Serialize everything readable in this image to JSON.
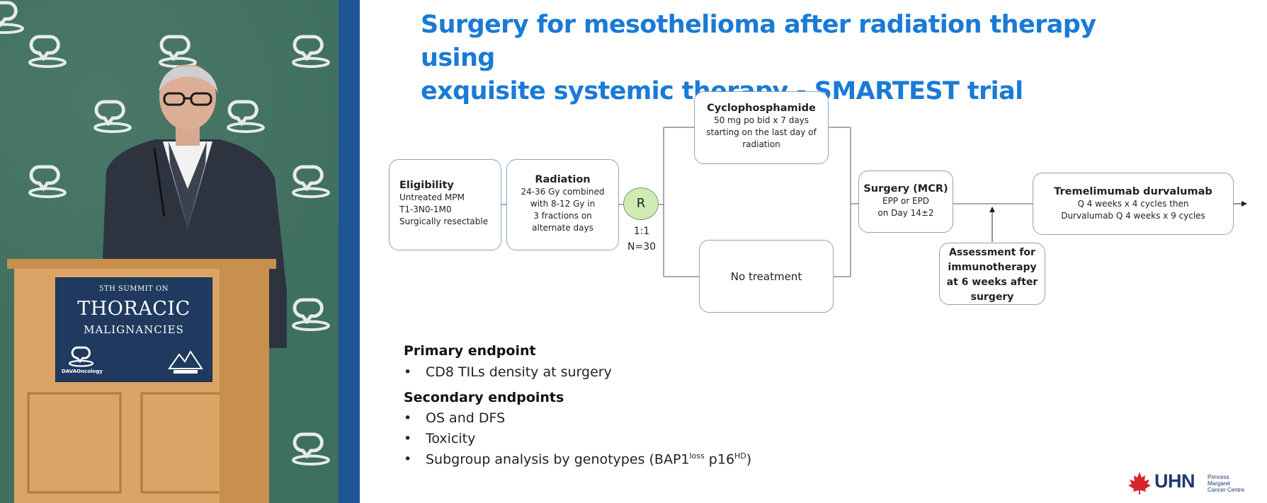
{
  "slide": {
    "title_line1": "Surgery for mesothelioma after radiation therapy using",
    "title_line2": "exquisite systemic therapy - SMARTEST trial",
    "eligibility": {
      "title": "Eligibility",
      "lines": [
        "Untreated MPM",
        "T1-3N0-1M0",
        "Surgically resectable"
      ]
    },
    "radiation": {
      "title": "Radiation",
      "lines": [
        "24-36 Gy combined",
        "with 8-12 Gy in",
        "3 fractions on",
        "alternate days"
      ]
    },
    "randomization": {
      "label": "R",
      "ratio": "1:1",
      "n": "N=30"
    },
    "cyclophosphamide": {
      "title": "Cyclophosphamide",
      "lines": [
        "50 mg po bid x 7 days",
        "starting on the last day of",
        "radiation"
      ]
    },
    "no_treatment": {
      "title": "No treatment"
    },
    "surgery": {
      "title": "Surgery (MCR)",
      "lines": [
        "EPP or EPD",
        "on Day 14±2"
      ]
    },
    "assessment": {
      "lines": [
        "Assessment for",
        "immunotherapy",
        "at 6 weeks after",
        "surgery"
      ]
    },
    "tremelimumab": {
      "title": "Tremelimumab durvalumab",
      "lines": [
        "Q 4 weeks x 4 cycles then",
        "Durvalumab Q 4 weeks x 9 cycles"
      ]
    },
    "primary_endpoint": {
      "heading": "Primary endpoint",
      "items": [
        "CD8 TILs density at surgery"
      ]
    },
    "secondary_endpoints": {
      "heading": "Secondary endpoints",
      "items": [
        "OS and DFS",
        "Toxicity"
      ],
      "subgroup": {
        "prefix": "Subgroup analysis by genotypes (BAP1",
        "sup1": "loss",
        "middle": " p16",
        "sup2": "HD",
        "suffix": ")"
      }
    },
    "bullet": "•",
    "logo": {
      "name": "UHN",
      "sub_lines": [
        "Princess",
        "Margaret",
        "Cancer Centre"
      ]
    }
  },
  "podium_sign": {
    "line1": "5TH SUMMIT ON",
    "line2": "THORACIC",
    "line3": "MALIGNANCIES",
    "brand": "DAVAOncology"
  },
  "colors": {
    "title_blue": "#1a7ad6",
    "box_border": "#8fa3bd",
    "rand_fill": "#cdebb3",
    "stripe_blue": "#1e5594",
    "backdrop_green": "#3f6f5f",
    "sign_navy": "#1f3a5e",
    "uhn_red": "#d6262b"
  }
}
